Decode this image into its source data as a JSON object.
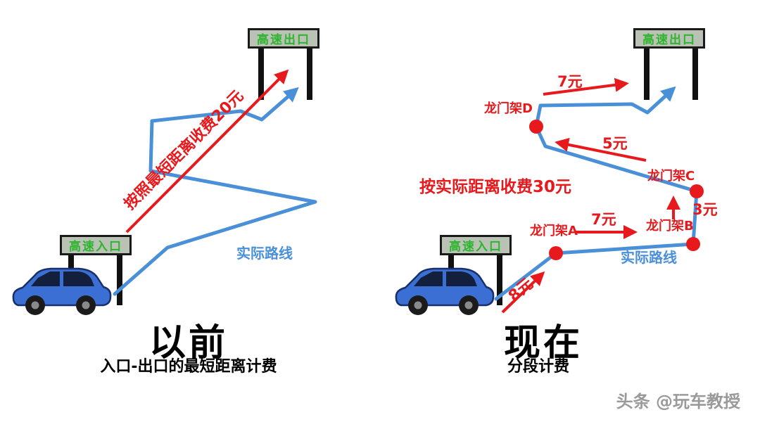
{
  "colors": {
    "route_blue": "#4a90d9",
    "arrow_red": "#e8191c",
    "sign_text_green": "#2db52d",
    "sign_background": "#b9c2b4",
    "car_blue": "#3b6fd4",
    "watermark_gray": "#9a9a9a"
  },
  "left_panel": {
    "exit_sign": "高速出口",
    "entrance_sign": "高速入口",
    "fee_annotation": "按照最短距离收费20元",
    "route_label": "实际路线",
    "title": "以前",
    "subtitle": "入口-出口的最短距离计费"
  },
  "right_panel": {
    "exit_sign": "高速出口",
    "entrance_sign": "高速入口",
    "fee_annotation": "按实际距离收费30元",
    "route_label": "实际路线",
    "title": "现在",
    "subtitle": "分段计费",
    "gantries": [
      {
        "id": "A",
        "label": "龙门架A"
      },
      {
        "id": "B",
        "label": "龙门架B"
      },
      {
        "id": "C",
        "label": "龙门架C"
      },
      {
        "id": "D",
        "label": "龙门架D"
      }
    ],
    "fees": {
      "entrance_to_a": "8元",
      "a_to_b": "7元",
      "b_to_c": "3元",
      "c_to_d": "5元",
      "d_to_exit": "7元"
    }
  },
  "watermark": "头条 @玩车教授"
}
